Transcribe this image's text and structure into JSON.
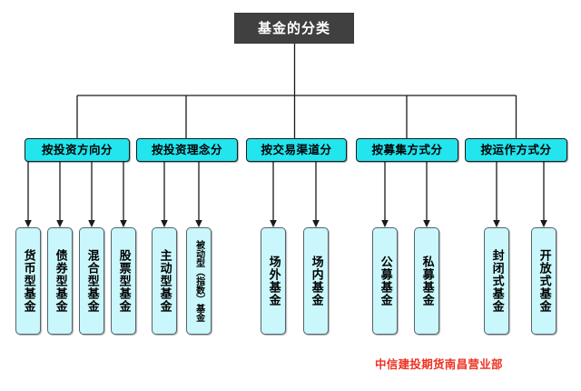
{
  "diagram": {
    "type": "tree",
    "root": {
      "label": "基金的分类",
      "box_color": "#404040",
      "text_color": "#ffffff"
    },
    "branch_color": "#22e5ee",
    "leaf_color": "#c9f7fb",
    "categories": [
      {
        "label": "按投资方向分",
        "leaves": [
          {
            "label": "货币型基金"
          },
          {
            "label": "债券型基金"
          },
          {
            "label": "混合型基金"
          },
          {
            "label": "股票型基金"
          }
        ]
      },
      {
        "label": "按投资理念分",
        "leaves": [
          {
            "label": "主动型基金"
          },
          {
            "label": "被动型（指数）基金",
            "compact": true
          }
        ]
      },
      {
        "label": "按交易渠道分",
        "leaves": [
          {
            "label": "场外基金"
          },
          {
            "label": "场内基金"
          }
        ]
      },
      {
        "label": "按募集方式分",
        "leaves": [
          {
            "label": "公募基金"
          },
          {
            "label": "私募基金"
          }
        ]
      },
      {
        "label": "按运作方式分",
        "leaves": [
          {
            "label": "封闭式基金"
          },
          {
            "label": "开放式基金"
          }
        ]
      }
    ]
  },
  "footer": {
    "credit": "中信建投期货南昌营业部",
    "credit_color": "#ee3322"
  }
}
